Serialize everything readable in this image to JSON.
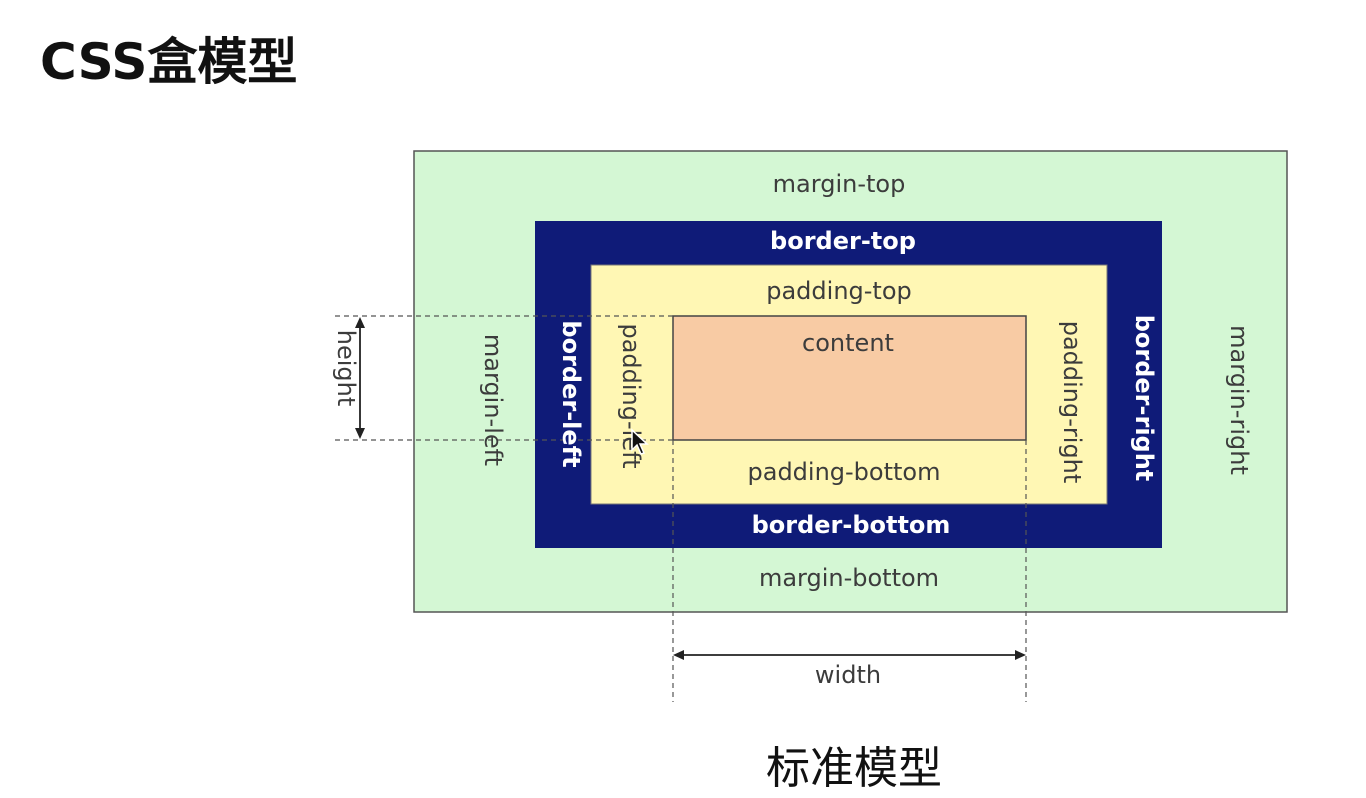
{
  "title": "CSS盒模型",
  "caption": "标准模型",
  "diagram": {
    "margin": {
      "top": "margin-top",
      "bottom": "margin-bottom",
      "left": "margin-left",
      "right": "margin-right"
    },
    "border": {
      "top": "border-top",
      "bottom": "border-bottom",
      "left": "border-left",
      "right": "border-right"
    },
    "padding": {
      "top": "padding-top",
      "bottom": "padding-bottom",
      "left": "padding-left",
      "right": "padding-right"
    },
    "content": "content",
    "height": "height",
    "width": "width"
  },
  "colors": {
    "margin": "#d4f7d4",
    "border": "#0f1b78",
    "padding": "#fff7b4",
    "content": "#f8cba4"
  },
  "icons": [
    "mouse-cursor-icon"
  ]
}
